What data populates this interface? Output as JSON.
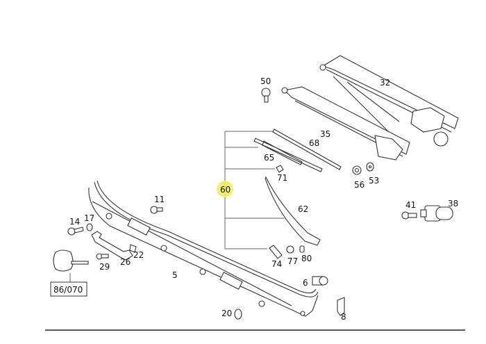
{
  "callouts": {
    "c32": "32",
    "c50": "50",
    "c35": "35",
    "c68": "68",
    "c65": "65",
    "c71": "71",
    "c60": "60",
    "c56": "56",
    "c53": "53",
    "c62": "62",
    "c41": "41",
    "c38": "38",
    "c11": "11",
    "c14": "14",
    "c17": "17",
    "c22": "22",
    "c26": "26",
    "c29": "29",
    "c5": "5",
    "c74": "74",
    "c77": "77",
    "c80": "80",
    "c6": "6",
    "c20": "20",
    "c8": "8"
  },
  "reference_box": "86/070",
  "colors": {
    "highlight": "#f2f05a",
    "line": "#333333"
  }
}
